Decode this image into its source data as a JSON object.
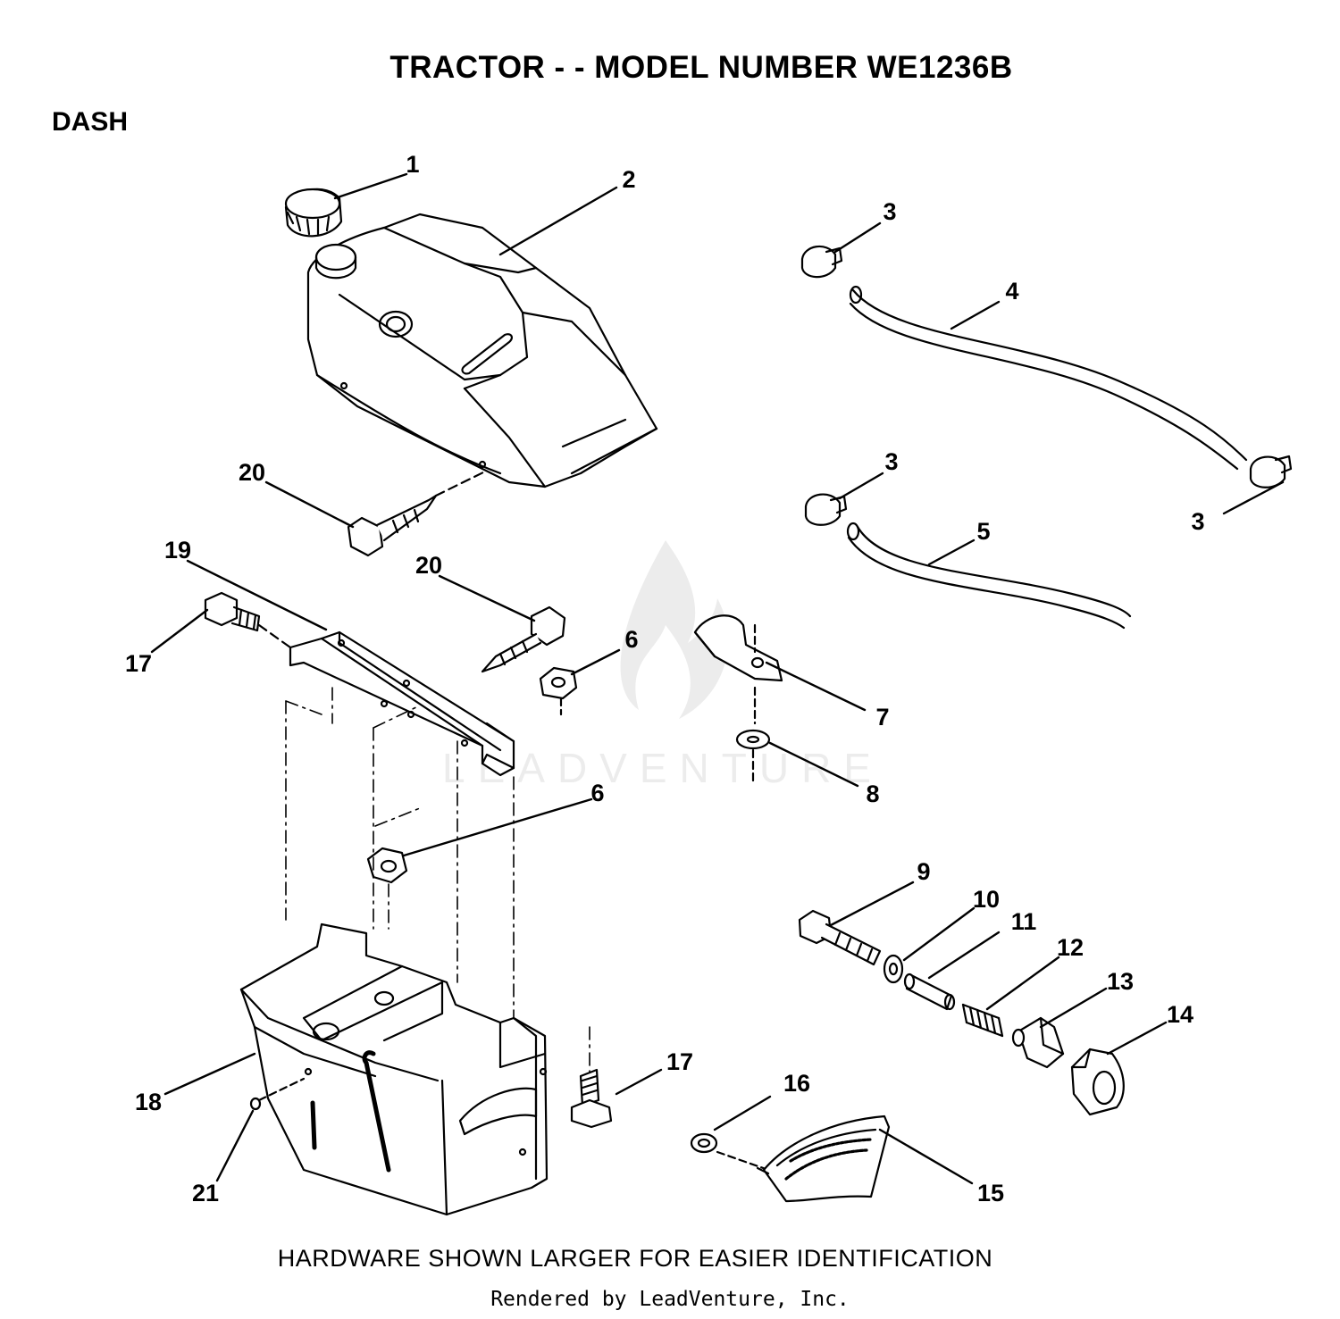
{
  "header": {
    "title": "TRACTOR - - MODEL NUMBER WE1236B",
    "section": "DASH"
  },
  "footer": {
    "note": "HARDWARE SHOWN LARGER FOR EASIER IDENTIFICATION",
    "credit": "Rendered by LeadVenture, Inc."
  },
  "watermark": {
    "text": "LEADVENTURE"
  },
  "colors": {
    "ink": "#000000",
    "paper": "#ffffff",
    "watermark": "#e6e6e6"
  },
  "callouts": [
    {
      "id": "c1",
      "label": "1"
    },
    {
      "id": "c2",
      "label": "2"
    },
    {
      "id": "c3a",
      "label": "3"
    },
    {
      "id": "c4",
      "label": "4"
    },
    {
      "id": "c3b",
      "label": "3"
    },
    {
      "id": "c3c",
      "label": "3"
    },
    {
      "id": "c5",
      "label": "5"
    },
    {
      "id": "c20a",
      "label": "20"
    },
    {
      "id": "c19",
      "label": "19"
    },
    {
      "id": "c20b",
      "label": "20"
    },
    {
      "id": "c17a",
      "label": "17"
    },
    {
      "id": "c6a",
      "label": "6"
    },
    {
      "id": "c7",
      "label": "7"
    },
    {
      "id": "c8",
      "label": "8"
    },
    {
      "id": "c6b",
      "label": "6"
    },
    {
      "id": "c9",
      "label": "9"
    },
    {
      "id": "c10",
      "label": "10"
    },
    {
      "id": "c11",
      "label": "11"
    },
    {
      "id": "c12",
      "label": "12"
    },
    {
      "id": "c13",
      "label": "13"
    },
    {
      "id": "c14",
      "label": "14"
    },
    {
      "id": "c17b",
      "label": "17"
    },
    {
      "id": "c16",
      "label": "16"
    },
    {
      "id": "c18",
      "label": "18"
    },
    {
      "id": "c21",
      "label": "21"
    },
    {
      "id": "c15",
      "label": "15"
    }
  ]
}
